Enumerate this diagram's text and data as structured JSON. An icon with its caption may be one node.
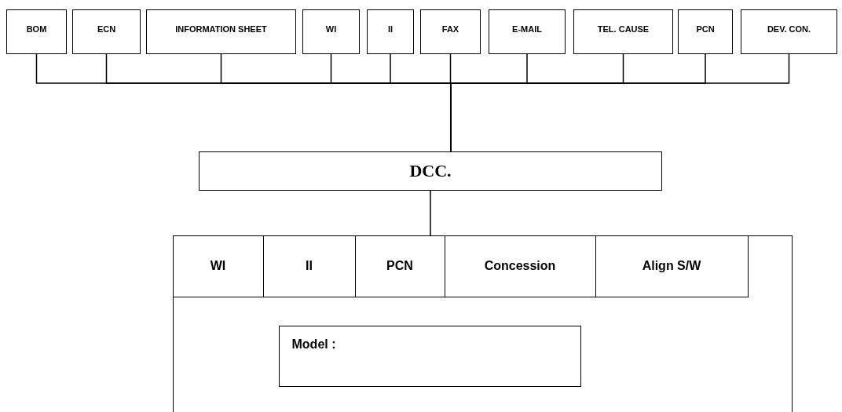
{
  "diagram": {
    "nodes": [
      {
        "text": [
          "BOM"
        ]
      },
      {
        "text": [
          "ECN"
        ]
      },
      {
        "text": [
          "INFORMATION SHEET"
        ]
      },
      {
        "text": [
          "WI"
        ]
      },
      {
        "text": [
          "II"
        ]
      },
      {
        "text": [
          "FAX"
        ]
      },
      {
        "text": [
          "E-MAIL"
        ]
      },
      {
        "text": [
          "TEL. CAUSE"
        ]
      },
      {
        "text": [
          "PCN"
        ]
      },
      {
        "text": [
          "DEV. CON."
        ]
      },
      {
        "text": [
          "DCC."
        ]
      },
      {
        "text": [],
        "shape": "box"
      },
      {
        "text": [
          "WI"
        ],
        "in": 11
      },
      {
        "text": [
          "II"
        ],
        "in": 11
      },
      {
        "text": [
          "PCN"
        ],
        "in": 11
      },
      {
        "text": [
          "Concession"
        ],
        "in": 11
      },
      {
        "text": [
          "Align S/W"
        ],
        "in": 11
      },
      {
        "text": [
          "Model :"
        ],
        "in": 11
      }
    ],
    "edges": [
      {
        "from": 0,
        "to": 10,
        "arrow": "none"
      },
      {
        "from": 1,
        "to": 10,
        "arrow": "none"
      },
      {
        "from": 2,
        "to": 10,
        "arrow": "none"
      },
      {
        "from": 3,
        "to": 10,
        "arrow": "none"
      },
      {
        "from": 4,
        "to": 10,
        "arrow": "none"
      },
      {
        "from": 5,
        "to": 10,
        "arrow": "none"
      },
      {
        "from": 6,
        "to": 10,
        "arrow": "none"
      },
      {
        "from": 7,
        "to": 10,
        "arrow": "none"
      },
      {
        "from": 8,
        "to": 10,
        "arrow": "none"
      },
      {
        "from": 9,
        "to": 10,
        "arrow": "none"
      },
      {
        "from": 10,
        "to": 11,
        "arrow": "none"
      }
    ]
  }
}
